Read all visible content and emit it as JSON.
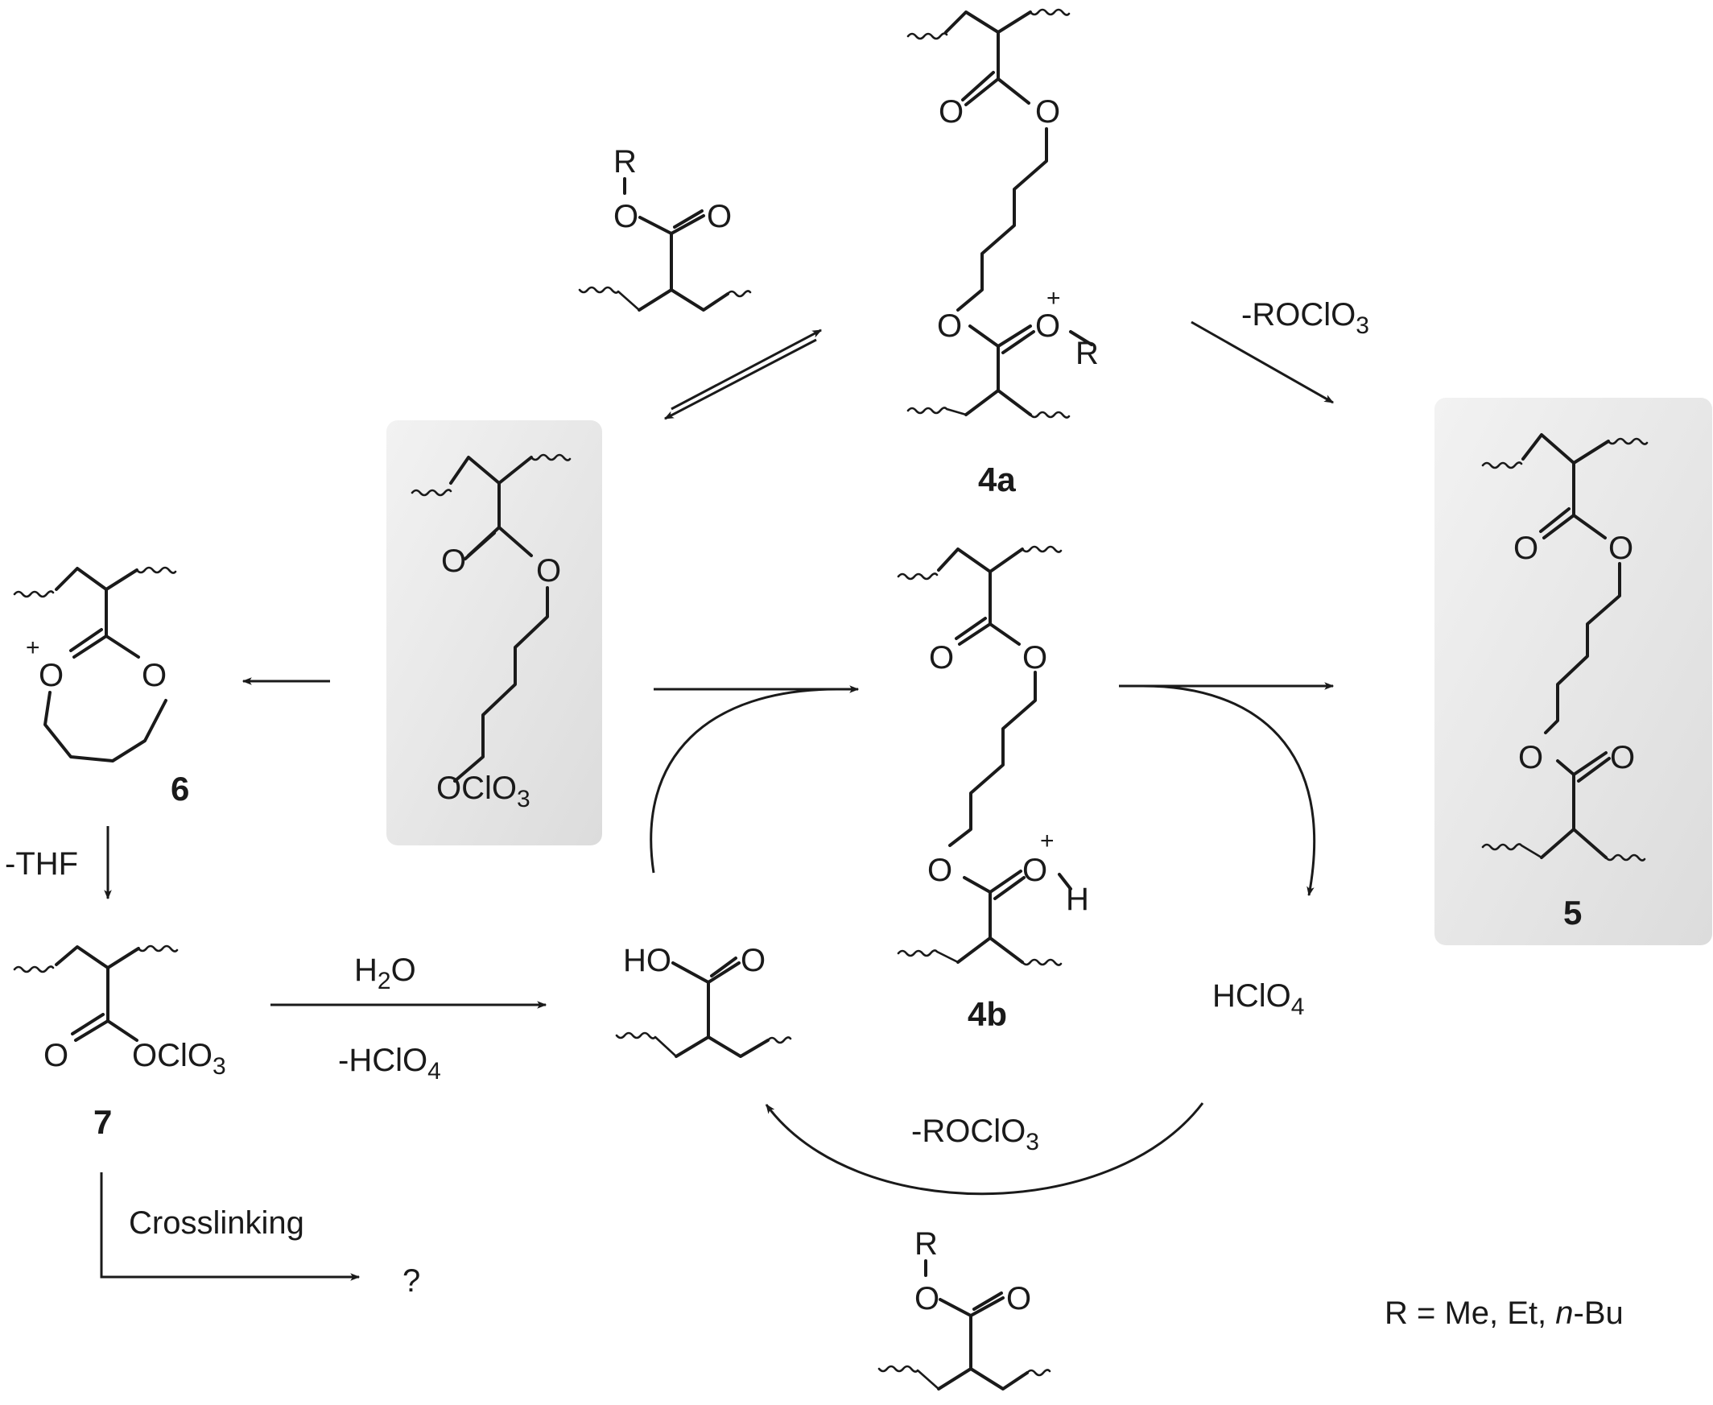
{
  "diagram": {
    "atoms": {
      "oxygen": "O",
      "r_group": "R",
      "hydrogen": "H",
      "hydroxyl": "HO",
      "plus": "+"
    },
    "perchlorate_group": {
      "main": "OClO",
      "sub": "3"
    },
    "compounds": {
      "c4a": "4a",
      "c4b": "4b",
      "c5": "5",
      "c6": "6",
      "c7": "7"
    },
    "reagents": {
      "minus_roclo3": {
        "main": "-ROClO",
        "sub": "3"
      },
      "minus_thf": "-THF",
      "water": {
        "pre": "H",
        "sub": "2",
        "post": "O"
      },
      "minus_hclo4": {
        "main": "-HClO",
        "sub": "4"
      },
      "hclo4": {
        "main": "HClO",
        "sub": "4"
      },
      "crosslinking": "Crosslinking",
      "question": "?"
    },
    "footnote": {
      "prefix": "R = Me, Et, ",
      "italic": "n",
      "suffix": "-Bu"
    }
  }
}
